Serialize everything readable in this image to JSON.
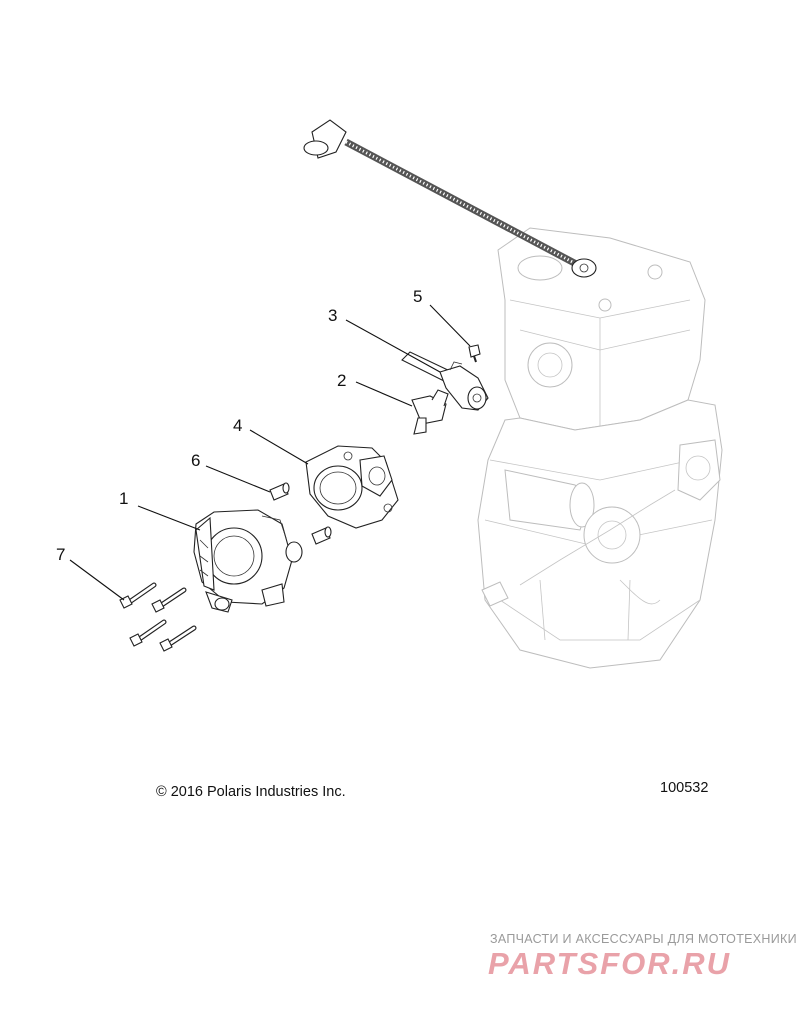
{
  "diagram": {
    "callouts": [
      {
        "id": "1",
        "label": "1"
      },
      {
        "id": "2",
        "label": "2"
      },
      {
        "id": "3",
        "label": "3"
      },
      {
        "id": "4",
        "label": "4"
      },
      {
        "id": "5",
        "label": "5"
      },
      {
        "id": "6",
        "label": "6"
      },
      {
        "id": "7",
        "label": "7"
      }
    ]
  },
  "footer": {
    "copyright": "© 2016 Polaris Industries Inc.",
    "reference": "100532"
  },
  "watermark": {
    "tagline": "ЗАПЧАСТИ И АКСЕССУАРЫ ДЛЯ МОТОТЕХНИКИ",
    "logo": "PARTSFOR.RU"
  },
  "colors": {
    "line": "#222222",
    "engine_faint": "#bdbdbd",
    "watermark_logo": "#e9a2a9"
  }
}
